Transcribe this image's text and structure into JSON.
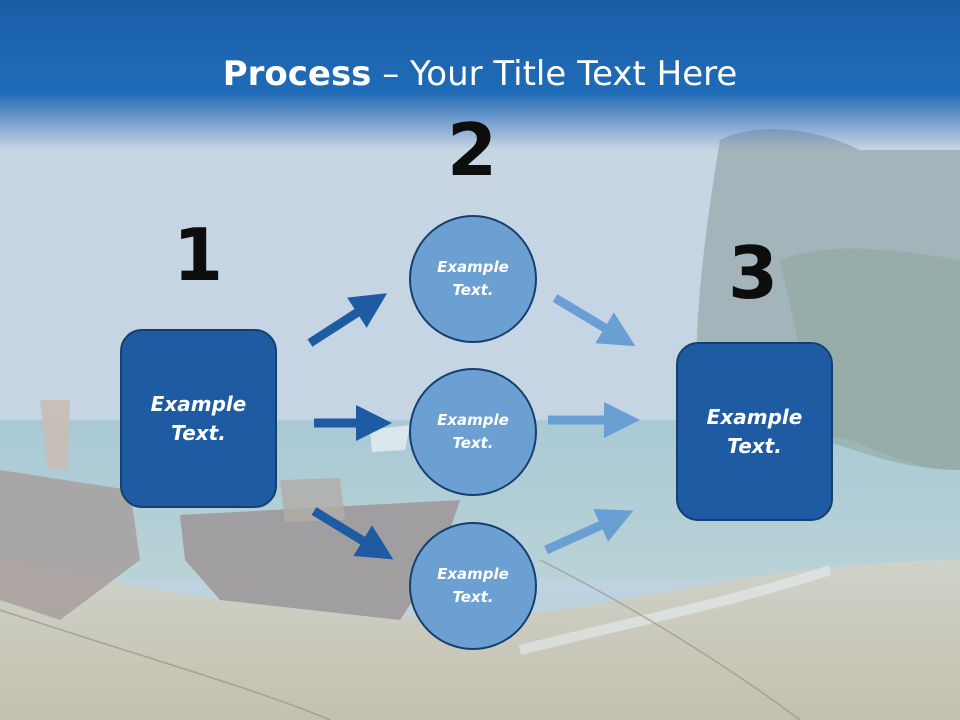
{
  "slide": {
    "title_bold": "Process",
    "title_rest": " – Your Title Text Here"
  },
  "steps": [
    {
      "number": "1",
      "text_line1": "Example",
      "text_line2": "Text."
    },
    {
      "number": "2",
      "text_line1": "Example",
      "text_line2": "Text."
    },
    {
      "number": "3",
      "text_line1": "Example",
      "text_line2": "Text."
    }
  ],
  "middle_nodes": [
    {
      "text_line1": "Example",
      "text_line2": "Text."
    },
    {
      "text_line1": "Example",
      "text_line2": "Text."
    },
    {
      "text_line1": "Example",
      "text_line2": "Text."
    }
  ],
  "colors": {
    "title_bar": "#1f6bb7",
    "box_fill": "#1e5ba3",
    "circle_fill": "#6c9fd2",
    "arrow_dark": "#1e5ba3",
    "arrow_light": "#6a9fd4"
  }
}
